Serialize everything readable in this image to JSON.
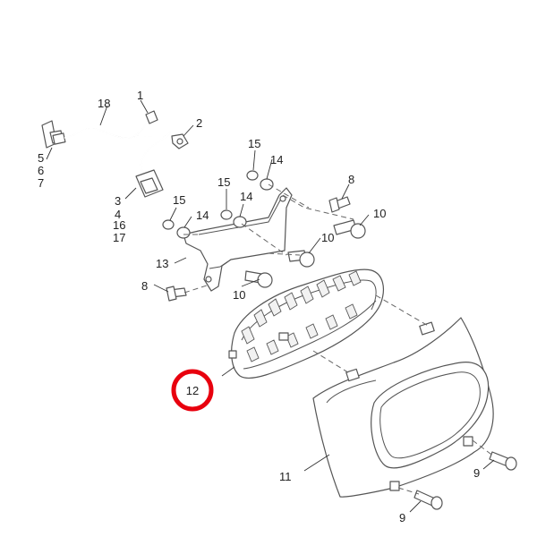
{
  "diagram": {
    "callouts": [
      {
        "id": "c1",
        "text": "1"
      },
      {
        "id": "c2",
        "text": "2"
      },
      {
        "id": "c3",
        "text": "3"
      },
      {
        "id": "c4",
        "text": "4"
      },
      {
        "id": "c5",
        "text": "5"
      },
      {
        "id": "c6",
        "text": "6"
      },
      {
        "id": "c7",
        "text": "7"
      },
      {
        "id": "c8a",
        "text": "8"
      },
      {
        "id": "c8b",
        "text": "8"
      },
      {
        "id": "c9a",
        "text": "9"
      },
      {
        "id": "c9b",
        "text": "9"
      },
      {
        "id": "c10a",
        "text": "10"
      },
      {
        "id": "c10b",
        "text": "10"
      },
      {
        "id": "c10c",
        "text": "10"
      },
      {
        "id": "c11",
        "text": "11"
      },
      {
        "id": "c12",
        "text": "12"
      },
      {
        "id": "c13",
        "text": "13"
      },
      {
        "id": "c14a",
        "text": "14"
      },
      {
        "id": "c14b",
        "text": "14"
      },
      {
        "id": "c14c",
        "text": "14"
      },
      {
        "id": "c15a",
        "text": "15"
      },
      {
        "id": "c15b",
        "text": "15"
      },
      {
        "id": "c15c",
        "text": "15"
      },
      {
        "id": "c16",
        "text": "16"
      },
      {
        "id": "c17",
        "text": "17"
      },
      {
        "id": "c18",
        "text": "18"
      }
    ],
    "highlight": {
      "text": "12",
      "color": "#e8000e"
    }
  }
}
